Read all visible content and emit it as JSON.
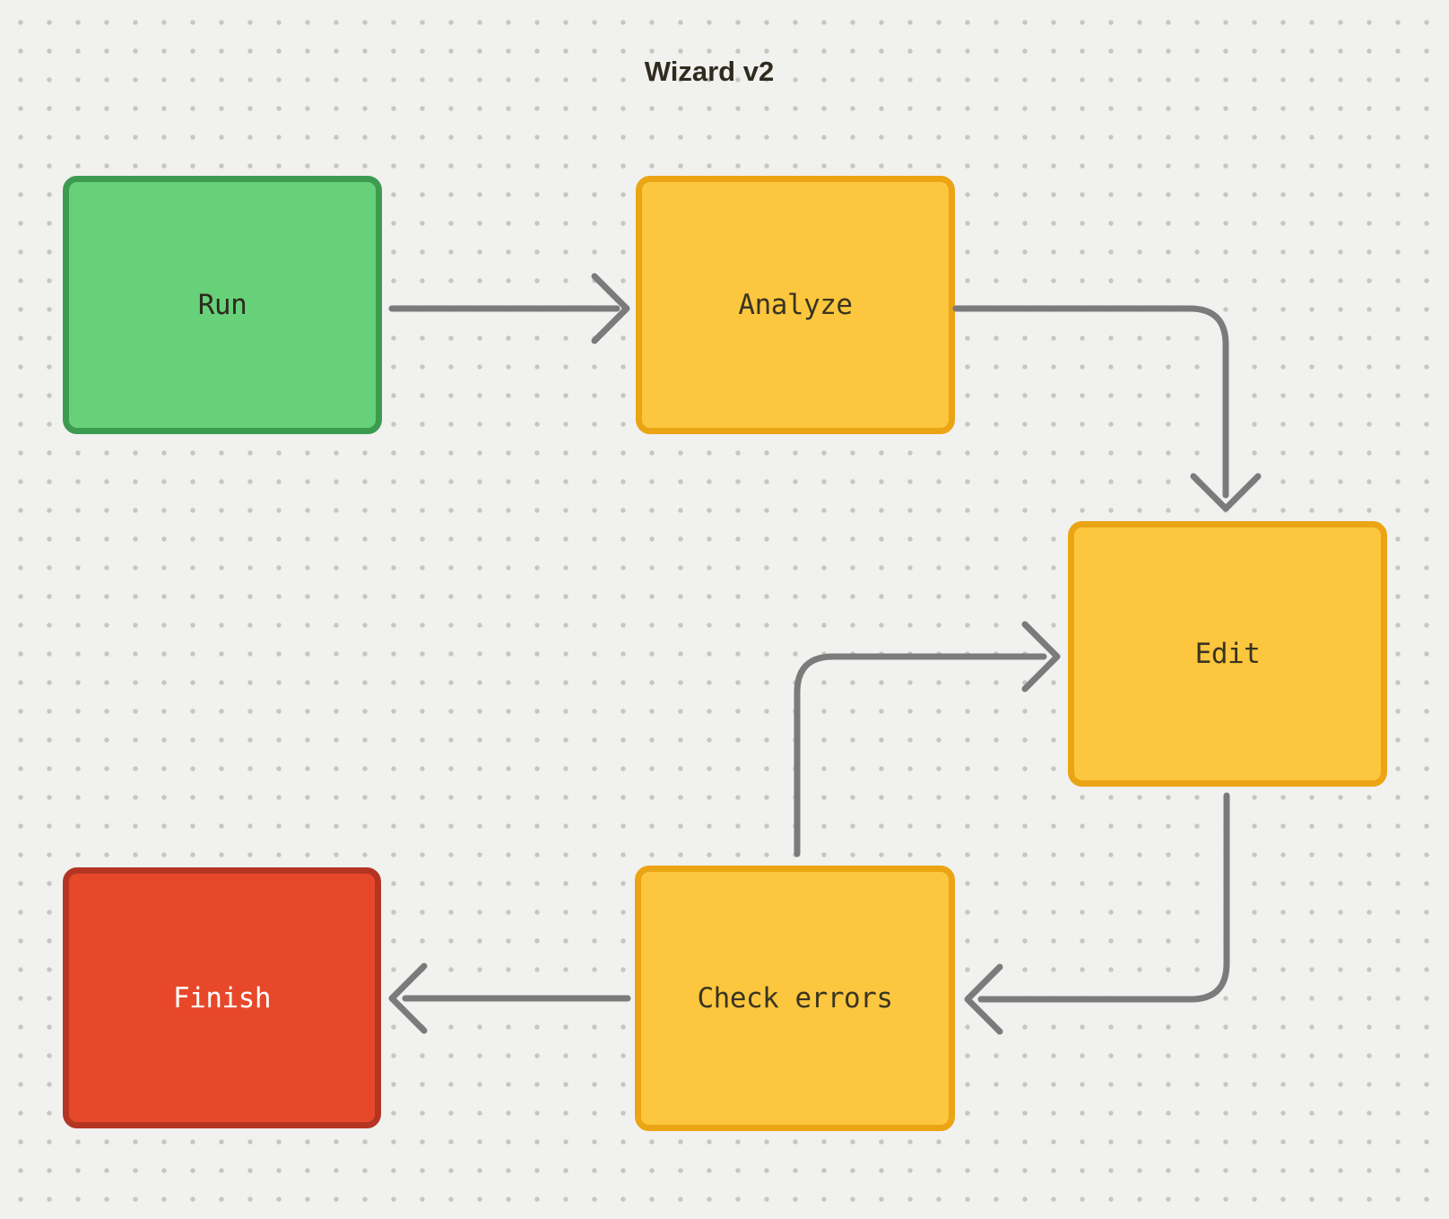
{
  "title": "Wizard v2",
  "canvas": {
    "background": "#F1F1EF",
    "dot_color": "#C6C6C4",
    "arrow_color": "#7B7B7B",
    "title_color": "#2F2B1E"
  },
  "nodes": [
    {
      "id": "run",
      "label": "Run",
      "fill": "#67D17A",
      "border": "#3C9B4F",
      "text_color": "#2B2A1C"
    },
    {
      "id": "analyze",
      "label": "Analyze",
      "fill": "#FCC73E",
      "border": "#EBA413",
      "text_color": "#3A3422"
    },
    {
      "id": "edit",
      "label": "Edit",
      "fill": "#FCC73E",
      "border": "#EBA413",
      "text_color": "#3A3422"
    },
    {
      "id": "check-errors",
      "label": "Check errors",
      "fill": "#FCC73E",
      "border": "#EBA413",
      "text_color": "#3A3422"
    },
    {
      "id": "finish",
      "label": "Finish",
      "fill": "#E8482A",
      "border": "#B43524",
      "text_color": "#FFFFFF"
    }
  ],
  "edges": [
    {
      "from": "run",
      "to": "analyze"
    },
    {
      "from": "analyze",
      "to": "edit"
    },
    {
      "from": "check-errors",
      "to": "edit"
    },
    {
      "from": "edit",
      "to": "check-errors"
    },
    {
      "from": "check-errors",
      "to": "finish"
    }
  ]
}
